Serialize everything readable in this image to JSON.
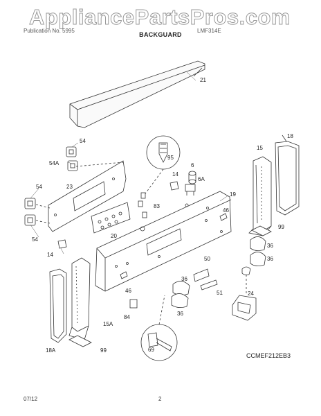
{
  "header": {
    "watermark": "AppliancePartsPros.com",
    "publication_left": "Publication No. 5995",
    "publication_right": "LMF314E",
    "section_title": "BACKGUARD"
  },
  "parts": {
    "p21": "21",
    "p18": "18",
    "p15": "15",
    "p54a": "54",
    "p54A": "54A",
    "p95": "95",
    "p14a": "14",
    "p6": "6",
    "p6A": "6A",
    "p23": "23",
    "p54b": "54",
    "p54c": "54",
    "p19": "19",
    "p83": "83",
    "p46a": "46",
    "p20": "20",
    "p99a": "99",
    "p14b": "14",
    "p36a": "36",
    "p36b": "36",
    "p50": "50",
    "p46b": "46",
    "p36c": "36",
    "p36d": "36",
    "p24": "24",
    "p51": "51",
    "p84": "84",
    "p15A": "15A",
    "p69": "69",
    "p18A": "18A",
    "p99b": "99"
  },
  "diagram_code": "CCMEF212EB3",
  "footer": {
    "date": "07/12",
    "page": "2"
  }
}
